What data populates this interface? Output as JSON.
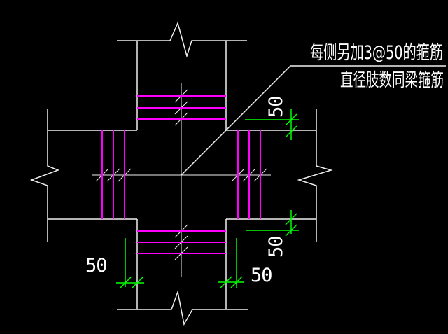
{
  "figure": {
    "type": "beam-column joint stirrup detail (CAD drawing)",
    "stirrup_lines_per_side": 3
  },
  "annotation": {
    "line1": "每侧另加3@50的箍筋",
    "line2": "直径肢数同梁箍筋"
  },
  "dim_labels": {
    "top_right": "50",
    "bottom_right": "50",
    "bottom_left": "50",
    "bottom_center": "50"
  },
  "colors": {
    "background": "#000000",
    "line": "#F0F0F0",
    "stirrup": "#FF00FF",
    "dimension": "#00FF00",
    "text": "#FFFFFF"
  }
}
